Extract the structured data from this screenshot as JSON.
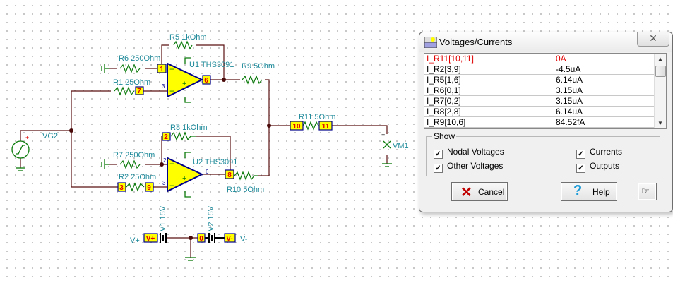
{
  "schematic": {
    "components": {
      "r5": "R5 1kOhm",
      "r6": "R6 250Ohm",
      "r1": "R1 25Ohm",
      "u1": "U1 THS3091",
      "r9": "R9 5Ohm",
      "r11": "R11 5Ohm",
      "vm1": "VM1",
      "vg2": "VG2",
      "r8": "R8 1kOhm",
      "r7": "R7 250Ohm",
      "r2": "R2 25Ohm",
      "u2": "U2 THS3091",
      "r10": "R10 5Ohm",
      "v1": "V1 15V",
      "v2": "V2 15V",
      "vplus": "V+",
      "vminus": "V-"
    },
    "nodes": {
      "n1": "1",
      "n7": "7",
      "n6": "6",
      "n10": "10",
      "n11": "11",
      "n2": "2",
      "n3": "3",
      "n9": "9",
      "n8": "8",
      "n0": "0",
      "vp": "V+",
      "vm": "V-"
    },
    "pins": {
      "u1_in": "3",
      "u2_inv": "2",
      "u2_in": "3",
      "u2_out": "6"
    }
  },
  "dialog": {
    "title": "Voltages/Currents",
    "close_label": "✕",
    "rows": [
      {
        "name": "I_R11[10,11]",
        "value": "0A",
        "selected": true
      },
      {
        "name": "I_R2[3,9]",
        "value": "-4.5uA"
      },
      {
        "name": "I_R5[1,6]",
        "value": "6.14uA"
      },
      {
        "name": "I_R6[0,1]",
        "value": "3.15uA"
      },
      {
        "name": "I_R7[0,2]",
        "value": "3.15uA"
      },
      {
        "name": "I_R8[2,8]",
        "value": "6.14uA"
      },
      {
        "name": "I_R9[10,6]",
        "value": "84.52fA"
      }
    ],
    "show_label": "Show",
    "checkboxes": {
      "nodal": {
        "label": "Nodal Voltages",
        "checked": true
      },
      "other": {
        "label": "Other Voltages",
        "checked": true
      },
      "currents": {
        "label": "Currents",
        "checked": true
      },
      "outputs": {
        "label": "Outputs",
        "checked": true
      }
    },
    "cancel_label": "Cancel",
    "help_label": "Help",
    "selected_color": "#e00000"
  }
}
